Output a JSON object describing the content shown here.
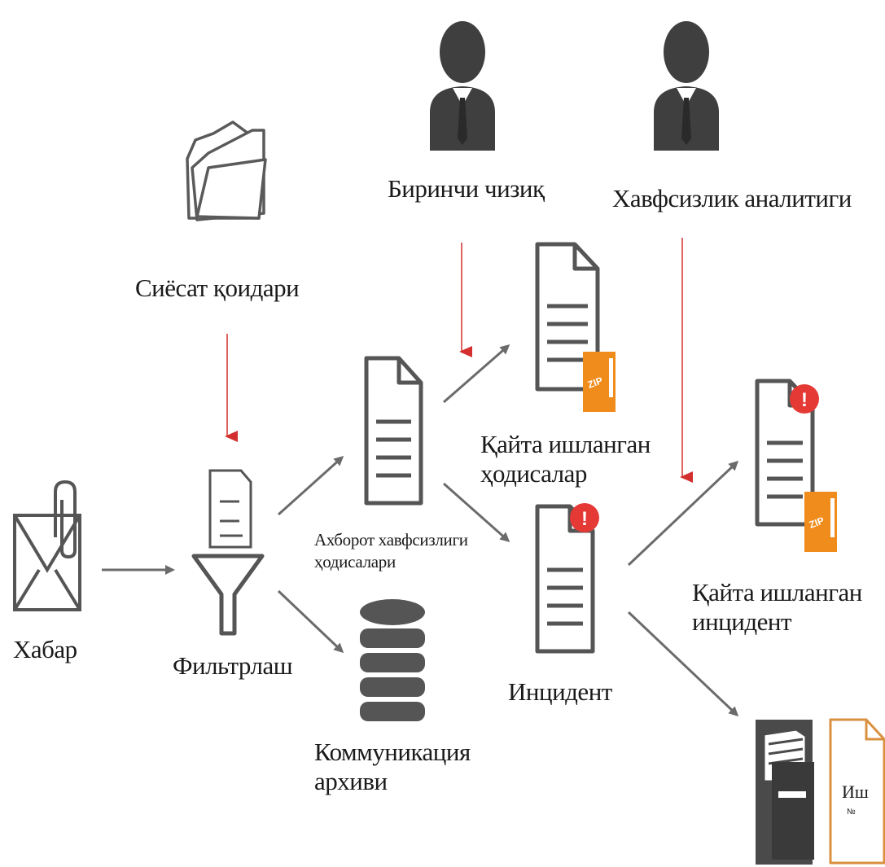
{
  "nodes": {
    "message": {
      "label": "Хабар"
    },
    "filtering": {
      "label": "Фильтрлаш"
    },
    "policy_rules": {
      "label": "Сиёсат қоидари"
    },
    "first_line": {
      "label": "Биринчи чизиқ"
    },
    "security_analyst": {
      "label": "Хавфсизлик аналитиги"
    },
    "security_events": {
      "line1": "Ахборот хавфсизлиги",
      "line2": "ҳодисалари"
    },
    "processed_events": {
      "line1": "Қайта ишланган",
      "line2": "ҳодисалар"
    },
    "communication_archive": {
      "line1": "Коммуникация",
      "line2": "архиви"
    },
    "incident": {
      "label": "Инцидент"
    },
    "processed_incident": {
      "line1": "Қайта ишланган",
      "line2": "инцидент"
    },
    "case_file": {
      "title": "Иш",
      "subtitle": "№"
    }
  },
  "badges": {
    "zip": "ZIP",
    "alert": "!"
  },
  "colors": {
    "icon_gray": "#545454",
    "icon_dark": "#3f3f3f",
    "arrow_gray": "#6b6b6b",
    "arrow_red": "#d32f2f",
    "zip_orange": "#f08c1c",
    "alert_red": "#e53935",
    "case_border": "#d9903f"
  }
}
